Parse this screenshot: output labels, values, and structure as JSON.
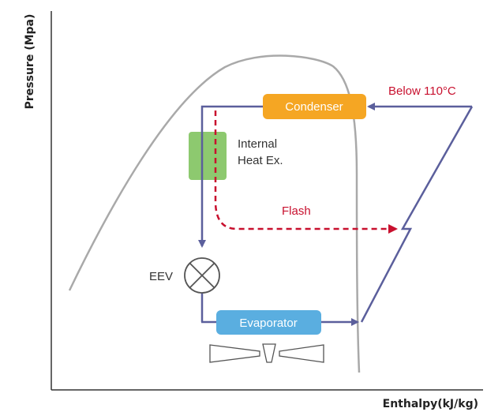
{
  "axes": {
    "y_label": "Pressure (Mpa)",
    "x_label": "Enthalpy(kJ/kg)"
  },
  "components": {
    "condenser": "Condenser",
    "evaporator": "Evaporator",
    "internal_heat_ex_line1": "Internal",
    "internal_heat_ex_line2": "Heat Ex.",
    "eev": "EEV"
  },
  "annotations": {
    "temperature_note": "Below 110°C",
    "flash": "Flash"
  },
  "colors": {
    "cycle_line": "#5b5f9c",
    "dome_curve": "#a9a9a9",
    "condenser_box": "#f5a623",
    "evaporator_box": "#5aaee0",
    "heat_ex_box": "#8dc96f",
    "flash_line": "#c8102e",
    "axis": "#333333"
  }
}
